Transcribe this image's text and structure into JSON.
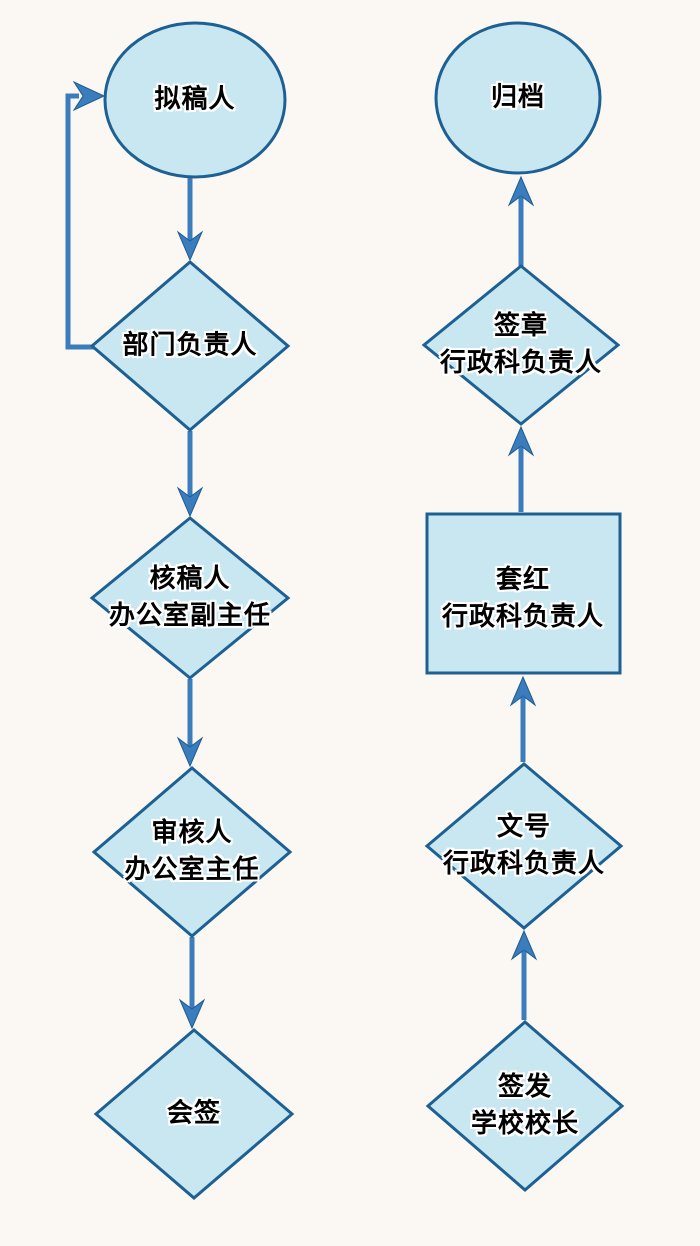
{
  "colors": {
    "background": "#fbf8f3",
    "shape_fill": "#c9e7f0",
    "shape_border": "#1c6094",
    "arrow": "#3a7cbc",
    "arrow_outline": "#1d5d92",
    "text": "#000000",
    "text_halo": "#ffffff"
  },
  "nodes": {
    "drafter": {
      "label": "拟稿人",
      "shape": "circle"
    },
    "dept_head": {
      "label": "部门负责人",
      "shape": "diamond"
    },
    "checker": {
      "label": "核稿人\n办公室副主任",
      "shape": "diamond"
    },
    "auditor": {
      "label": "审核人\n办公室主任",
      "shape": "diamond"
    },
    "countersign": {
      "label": "会签",
      "shape": "diamond"
    },
    "archive": {
      "label": "归档",
      "shape": "circle"
    },
    "seal": {
      "label": "签章\n行政科负责人",
      "shape": "diamond"
    },
    "red_header": {
      "label": "套红\n行政科负责人",
      "shape": "rect"
    },
    "doc_number": {
      "label": "文号\n行政科负责人",
      "shape": "diamond"
    },
    "issue": {
      "label": "签发\n学校校长",
      "shape": "diamond"
    }
  },
  "edges": [
    {
      "from": "drafter",
      "to": "dept_head",
      "direction": "down"
    },
    {
      "from": "dept_head",
      "to": "drafter",
      "direction": "return-loop"
    },
    {
      "from": "dept_head",
      "to": "checker",
      "direction": "down"
    },
    {
      "from": "checker",
      "to": "auditor",
      "direction": "down"
    },
    {
      "from": "auditor",
      "to": "countersign",
      "direction": "down"
    },
    {
      "from": "issue",
      "to": "doc_number",
      "direction": "up"
    },
    {
      "from": "doc_number",
      "to": "red_header",
      "direction": "up"
    },
    {
      "from": "red_header",
      "to": "seal",
      "direction": "up"
    },
    {
      "from": "seal",
      "to": "archive",
      "direction": "up"
    }
  ]
}
